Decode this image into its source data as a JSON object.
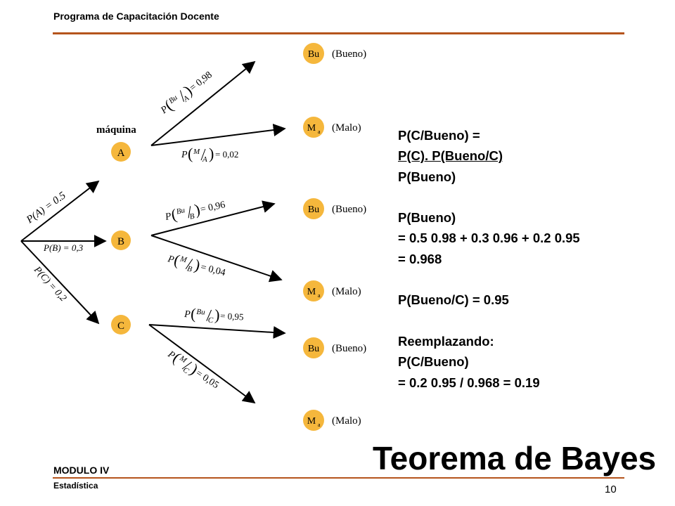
{
  "header": {
    "title": "Programa de Capacitación Docente"
  },
  "footer": {
    "module": "MODULO IV",
    "subject": "Estadística",
    "page": "10"
  },
  "slide_title": "Teorema de Bayes",
  "tree": {
    "root_label": "máquina",
    "machines": [
      {
        "name": "A",
        "prob": "P(A) = 0.5"
      },
      {
        "name": "B",
        "prob": "P(B) = 0,3"
      },
      {
        "name": "C",
        "prob": "P(C) = 0,2"
      }
    ],
    "outcome_names": {
      "good_abbr": "Bu",
      "good_label": "(Bueno)",
      "bad_abbr": "M",
      "bad_sub": "a",
      "bad_label": "(Malo)"
    },
    "branch_labels": {
      "a_good": "= 0,98",
      "a_bad": "= 0,02",
      "b_good": "= 0,96",
      "b_bad": "= 0,04",
      "c_good": "= 0,95",
      "c_bad": "= 0,05"
    }
  },
  "formula_lines": [
    "P(C/Bueno) =",
    "P(C). P(Bueno/C)",
    "P(Bueno)",
    "",
    "P(Bueno)",
    "= 0.5 0.98 + 0.3 0.96 + 0.2 0.95",
    "= 0.968",
    "",
    "P(Bueno/C) = 0.95",
    "",
    "Reemplazando:",
    "P(C/Bueno)",
    "= 0.2 0.95 / 0.968  = 0.19"
  ]
}
